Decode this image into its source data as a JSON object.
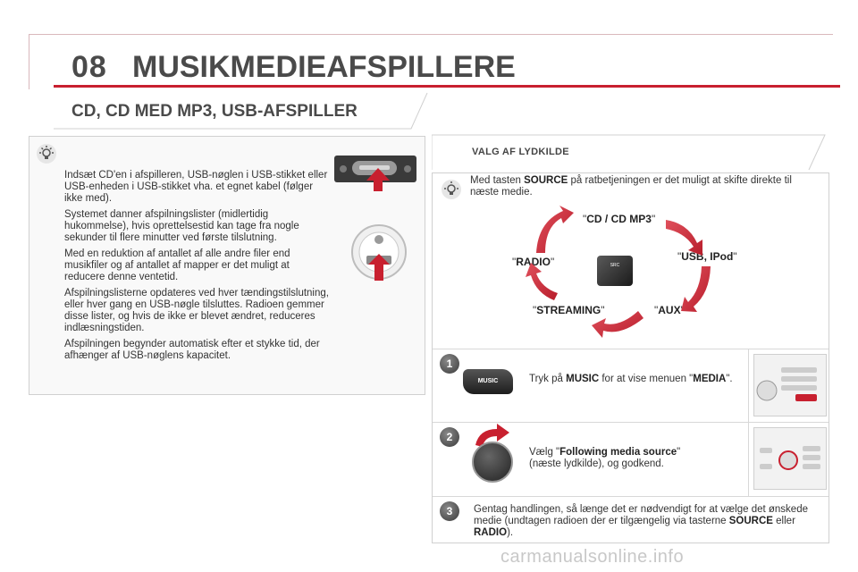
{
  "header": {
    "chapter_number": "08",
    "title": "MUSIKMEDIEAFSPILLERE"
  },
  "section": {
    "title": "CD, CD MED MP3, USB-AFSPILLER"
  },
  "left_panel": {
    "paragraphs": [
      "Indsæt CD'en i afspilleren, USB-nøglen i USB-stikket eller USB-enheden i USB-stikket vha. et egnet kabel (følger ikke med).",
      "Systemet danner afspilningslister (midlertidig hukommelse), hvis oprettelsestid kan tage fra nogle sekunder til flere minutter ved første tilslutning.",
      "Med en reduktion af antallet af alle andre filer end musikfiler og af antallet af mapper er det muligt at reducere denne ventetid.",
      "Afspilningslisterne opdateres ved hver tændingstilslutning, eller hver gang en USB-nøgle tilsluttes. Radioen gemmer disse lister, og hvis de ikke er blevet ændret, reduceres indlæsningstiden.",
      "Afspilningen begynder automatisk efter et stykke tid, der afhænger af USB-nøglens kapacitet."
    ]
  },
  "right_panel": {
    "subheading": "VALG AF LYDKILDE",
    "intro_pre": "Med tasten ",
    "intro_bold": "SOURCE",
    "intro_post": " på ratbetjeningen er det muligt at skifte direkte til næste medie.",
    "cycle": {
      "cd": "CD / CD MP3",
      "usb": "USB, IPod",
      "aux": "AUX",
      "streaming": "STREAMING",
      "radio": "RADIO",
      "src_button_label": "SRC"
    },
    "steps": [
      {
        "number": "1",
        "pre": "Tryk på ",
        "bold": "MUSIC",
        "mid": " for at vise menuen \"",
        "bold2": "MEDIA",
        "post": "\".",
        "button_label": "MUSIC"
      },
      {
        "number": "2",
        "pre": "Vælg \"",
        "bold": "Following media source",
        "mid": "\"",
        "line2": "(næste lydkilde), og godkend."
      },
      {
        "number": "3",
        "pre": "Gentag handlingen, så længe det er nødvendigt for at vælge det ønskede medie (undtagen radioen der er tilgængelig via tasterne ",
        "bold": "SOURCE",
        "mid": " eller ",
        "bold2": "RADIO",
        "post": ")."
      }
    ]
  },
  "watermark": "carmanualsonline.info",
  "colors": {
    "accent_red": "#c8202f",
    "text_gray": "#4a4a4a"
  }
}
